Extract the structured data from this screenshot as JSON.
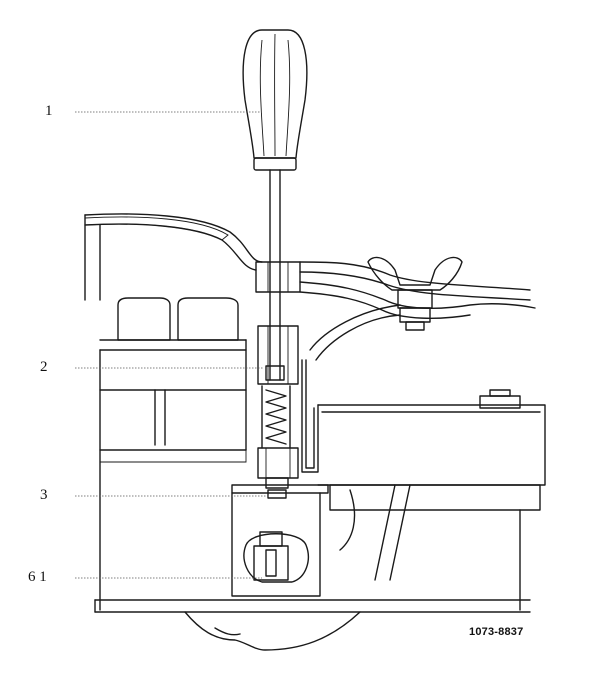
{
  "figure_id": "1073-8837",
  "callouts": [
    {
      "id": "c1",
      "label": "1"
    },
    {
      "id": "c2",
      "label": "2"
    },
    {
      "id": "c3",
      "label": "3"
    },
    {
      "id": "c4",
      "label": "6 1"
    }
  ]
}
